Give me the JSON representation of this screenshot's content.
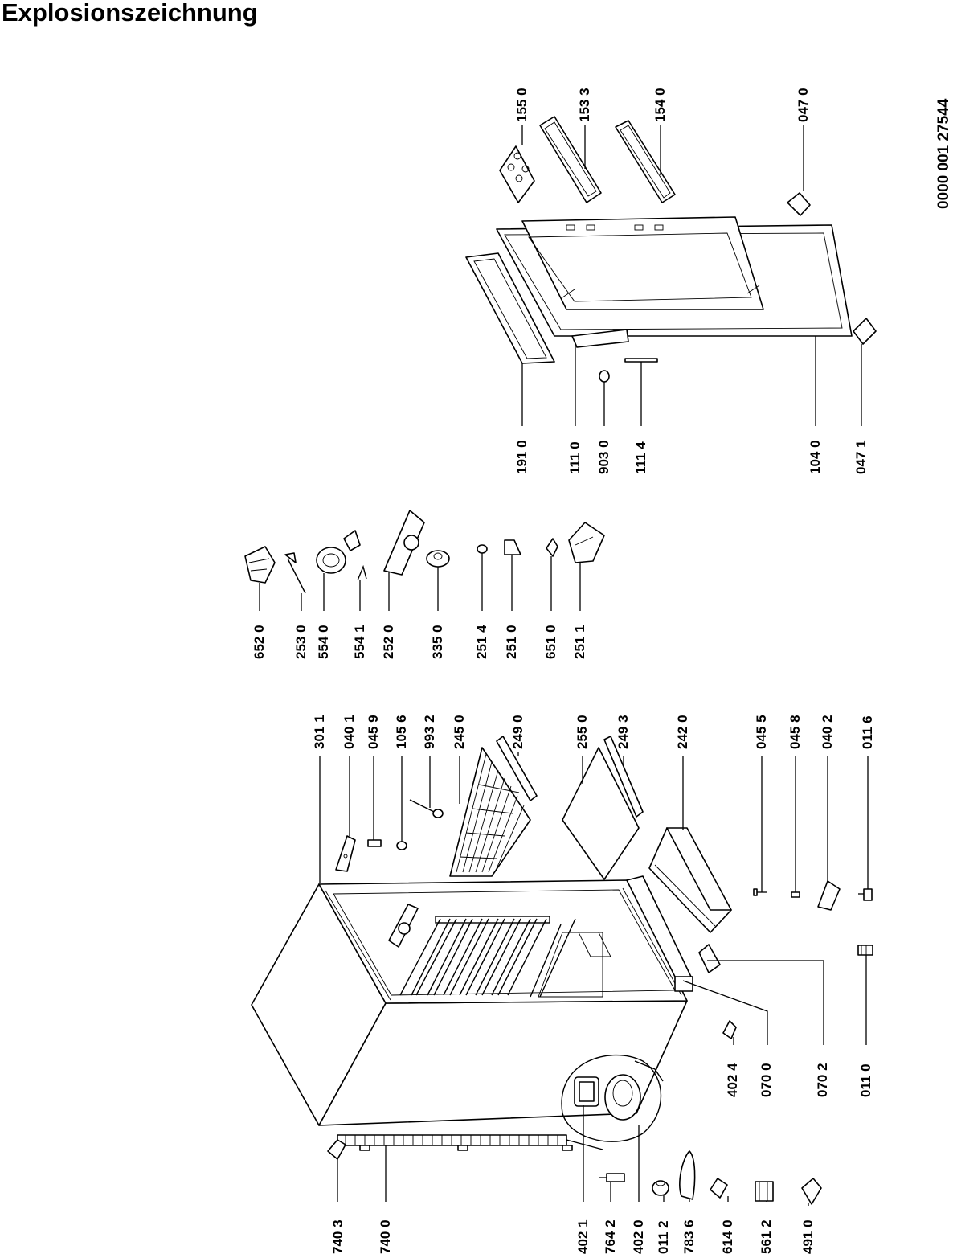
{
  "title": "Explosionszeichnung",
  "drawing_number": "0000 001 27544",
  "parts": {
    "p740_3": "740 3",
    "p740_0": "740 0",
    "p402_1": "402 1",
    "p764_2": "764 2",
    "p402_0": "402 0",
    "p011_2": "011 2",
    "p783_6": "783 6",
    "p614_0": "614 0",
    "p561_2": "561 2",
    "p491_0": "491 0",
    "p402_4": "402 4",
    "p070_0": "070 0",
    "p070_2": "070 2",
    "p011_0": "011 0",
    "p301_1": "301  1",
    "p040_1": "040 1",
    "p045_9": "045 9",
    "p105_6": "105 6",
    "p993_2": "993 2",
    "p245_0": "245 0",
    "p249_0": "249 0",
    "p255_0": "255 0",
    "p249_3": "249 3",
    "p242_0": "242 0",
    "p045_5": "045 5",
    "p045_8": "045 8",
    "p040_2": "040 2",
    "p011_6": "011 6",
    "p652_0": "652 0",
    "p253_0": "253 0",
    "p554_0": "554 0",
    "p554_1": "554 1",
    "p252_0": "252 0",
    "p335_0": "335 0",
    "p251_4": "251 4",
    "p251_0": "251 0",
    "p651_0": "651 0",
    "p251_1": "251 1",
    "p191_0": "191 0",
    "p111_0": "111 0",
    "p903_0": "903 0",
    "p111_4": "111 4",
    "p104_0": "104 0",
    "p047_1": "047 1",
    "p155_0": "155 0",
    "p153_3": "153 3",
    "p154_0": "154 0",
    "p047_0": "047 0"
  }
}
